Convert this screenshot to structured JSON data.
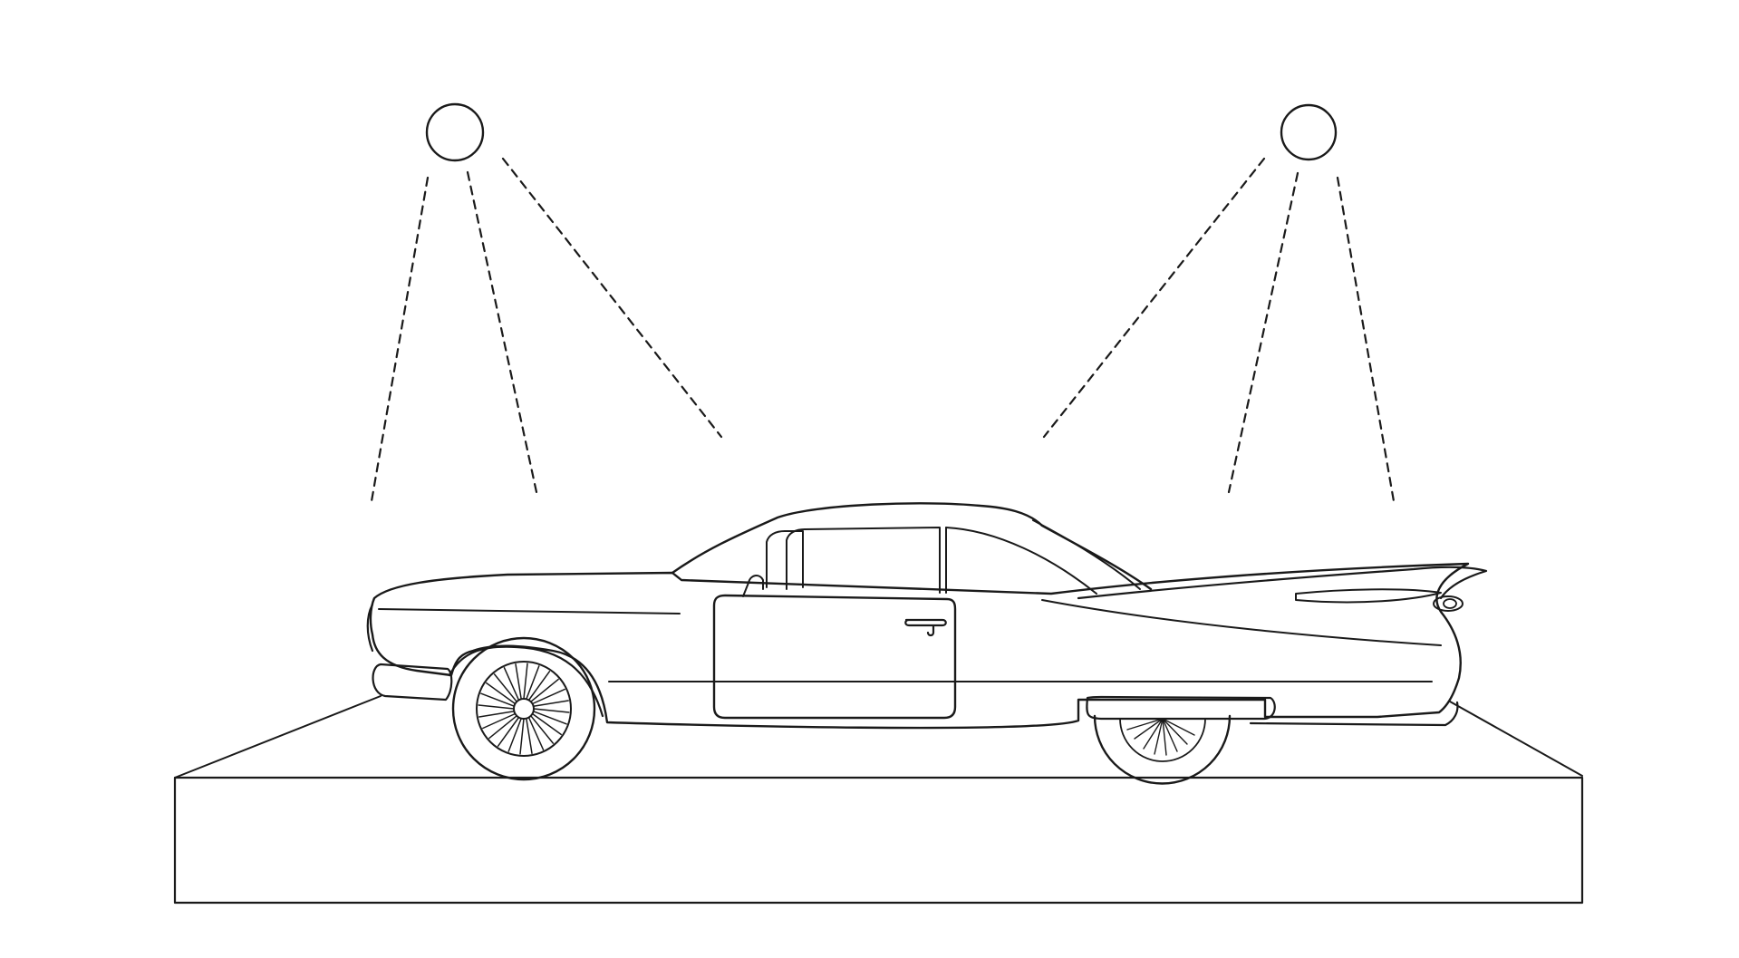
{
  "figure": {
    "description_visible_text": "",
    "ink_color": "#1a1a1a",
    "background_color": "#ffffff"
  },
  "lights": [
    {
      "name": "left-spotlight",
      "beam_count": 3
    },
    {
      "name": "right-spotlight",
      "beam_count": 3
    }
  ],
  "car": {
    "wheels": [
      {
        "name": "front-wheel",
        "spoke_count": 24
      },
      {
        "name": "rear-wheel",
        "spoke_count": 12
      }
    ]
  }
}
